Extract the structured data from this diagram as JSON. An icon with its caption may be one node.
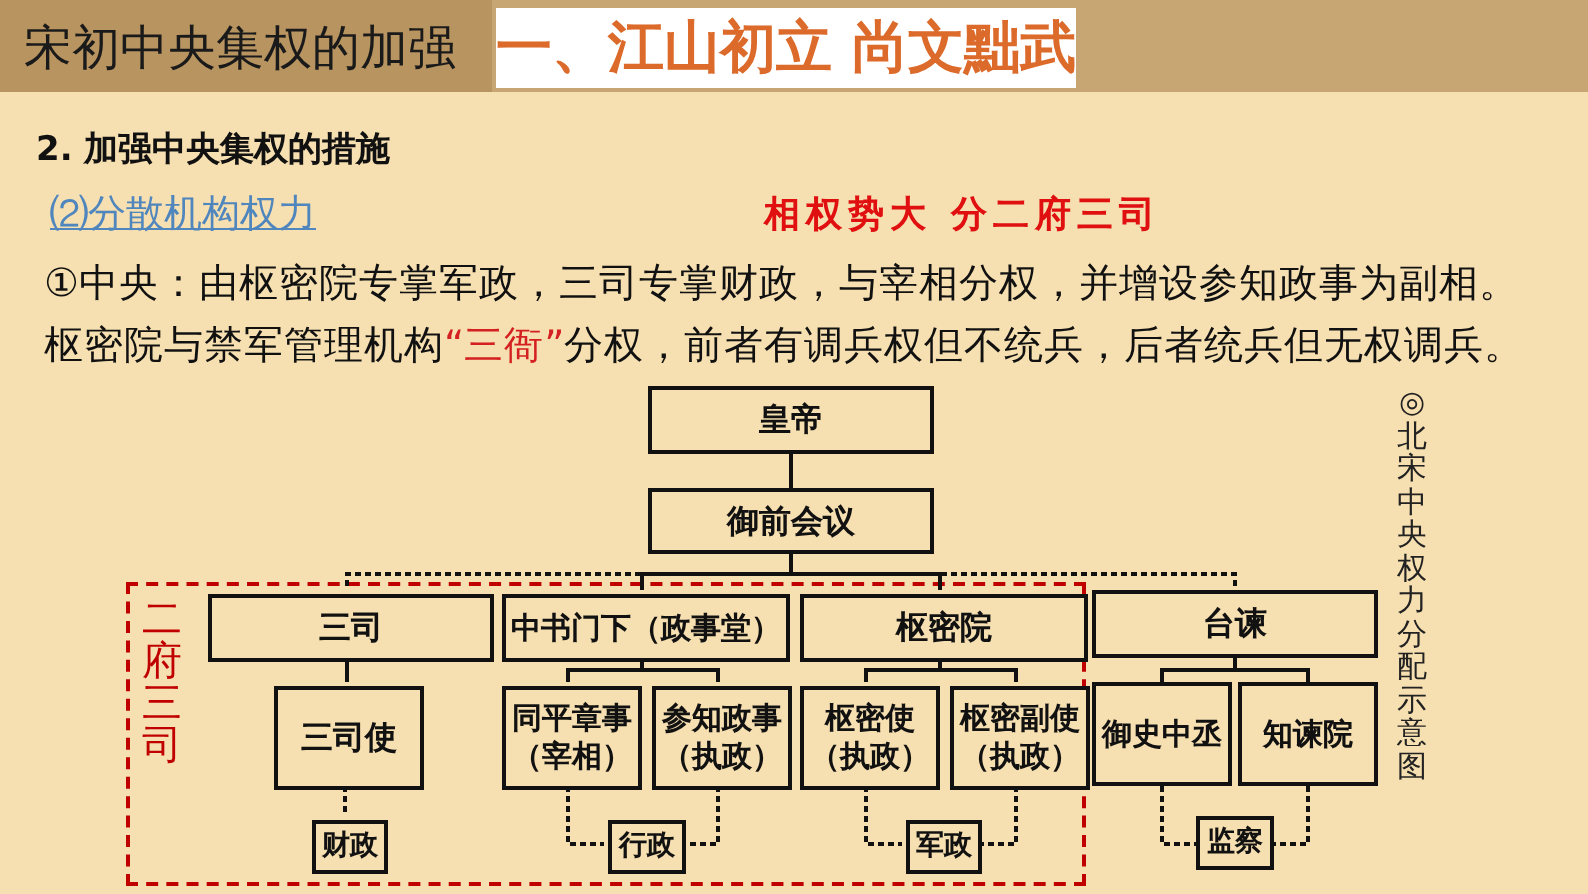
{
  "diagram": {
    "title": "宋初中央集权的加强",
    "caption": "◎北宋中央权力分配示意图",
    "nodes": [
      {
        "text": [
          "皇帝"
        ]
      },
      {
        "text": [
          "御前会议"
        ]
      },
      {
        "text": [
          "二府三司"
        ]
      },
      {
        "text": [
          "三司"
        ],
        "in": 2
      },
      {
        "text": [
          "中书门下（政事堂）"
        ],
        "in": 2
      },
      {
        "text": [
          "枢密院"
        ],
        "in": 2
      },
      {
        "text": [
          "台谏"
        ]
      },
      {
        "text": [
          "三司使"
        ],
        "in": 2
      },
      {
        "text": [
          "同平章事（宰相）"
        ],
        "in": 2
      },
      {
        "text": [
          "参知政事（执政）"
        ],
        "in": 2
      },
      {
        "text": [
          "枢密使（执政）"
        ],
        "in": 2
      },
      {
        "text": [
          "枢密副使（执政）"
        ],
        "in": 2
      },
      {
        "text": [
          "御史中丞"
        ]
      },
      {
        "text": [
          "知谏院"
        ]
      },
      {
        "text": [
          "财政"
        ],
        "in": 2
      },
      {
        "text": [
          "行政"
        ],
        "in": 2
      },
      {
        "text": [
          "军政"
        ],
        "in": 2
      },
      {
        "text": [
          "监察"
        ]
      }
    ],
    "edges": [
      {
        "from": 0,
        "to": 1,
        "arrow": "none"
      },
      {
        "from": 1,
        "to": 3,
        "arrow": "none",
        "style": "dashed"
      },
      {
        "from": 1,
        "to": 4,
        "arrow": "none"
      },
      {
        "from": 1,
        "to": 5,
        "arrow": "none"
      },
      {
        "from": 1,
        "to": 6,
        "arrow": "none",
        "style": "dashed"
      },
      {
        "from": 3,
        "to": 7,
        "arrow": "none"
      },
      {
        "from": 4,
        "to": 8,
        "arrow": "none"
      },
      {
        "from": 4,
        "to": 9,
        "arrow": "none"
      },
      {
        "from": 5,
        "to": 10,
        "arrow": "none"
      },
      {
        "from": 5,
        "to": 11,
        "arrow": "none"
      },
      {
        "from": 6,
        "to": 12,
        "arrow": "none"
      },
      {
        "from": 6,
        "to": 13,
        "arrow": "none"
      },
      {
        "from": 7,
        "to": 14,
        "arrow": "none",
        "style": "dashed"
      },
      {
        "from": 8,
        "to": 15,
        "arrow": "none",
        "style": "dashed"
      },
      {
        "from": 9,
        "to": 15,
        "arrow": "none",
        "style": "dashed"
      },
      {
        "from": 10,
        "to": 16,
        "arrow": "none",
        "style": "dashed"
      },
      {
        "from": 11,
        "to": 16,
        "arrow": "none",
        "style": "dashed"
      },
      {
        "from": 12,
        "to": 17,
        "arrow": "none",
        "style": "dashed"
      },
      {
        "from": 13,
        "to": 17,
        "arrow": "none",
        "style": "dashed"
      }
    ],
    "labels": [
      "一、江山初立 尚文黜武",
      "2. 加强中央集权的措施",
      "⑵分散机构权力",
      "相权势大 分二府三司",
      "①中央：由枢密院专掌军政，三司专掌财政，与宰相分权，并增设参知政事为副相。",
      "枢密院与禁军管理机构**“三衙”**分权，前者有调兵权但不统兵，后者统兵但无权调兵。"
    ]
  }
}
